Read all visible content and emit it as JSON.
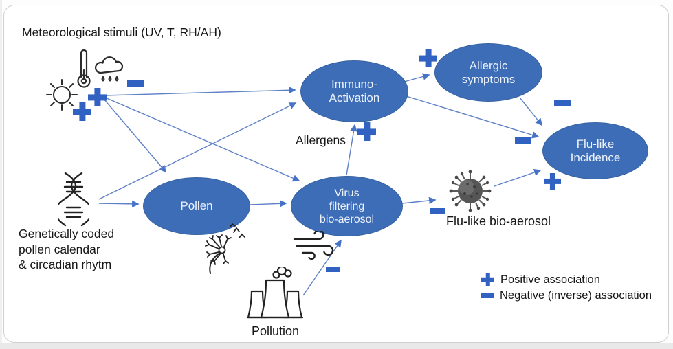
{
  "title": "Meteorological stimuli (UV, T, RH/AH)",
  "nodes": {
    "pollen": {
      "label": "Pollen"
    },
    "virus_filtering": {
      "label": "Virus\nfiltering\nbio-aerosol"
    },
    "immuno": {
      "label": "Immuno-\nActivation"
    },
    "allergic": {
      "label": "Allergic\nsymptoms"
    },
    "flu": {
      "label": "Flu-like\nIncidence"
    }
  },
  "labels": {
    "allergens": "Allergens",
    "flu_bioaerosol": "Flu-like bio-aerosol",
    "pollution": "Pollution",
    "genetic": "Genetically coded\npollen calendar\n& circadian rhytm"
  },
  "legend": {
    "positive": "Positive association",
    "negative": "Negative (inverse) association"
  },
  "colors": {
    "node_fill": "#3e6db8",
    "arrow": "#5e80c6",
    "sign": "#3161c1",
    "icon_stroke": "#2b2b2b",
    "text": "#161616"
  },
  "icons": {
    "sun": "sun-icon",
    "thermometer": "thermometer-icon",
    "rain_cloud": "rain-cloud-icon",
    "dna": "dna-helix-icon",
    "dandelion": "dandelion-icon",
    "wind": "wind-icon",
    "factory": "factory-pollution-icon",
    "virus": "virus-icon"
  },
  "edges": [
    {
      "from": "meteorological-stimuli",
      "to": "immuno-activation",
      "sign": "negative"
    },
    {
      "from": "meteorological-stimuli",
      "to": "pollen",
      "sign": "positive"
    },
    {
      "from": "meteorological-stimuli",
      "to": "virus-filtering-bio-aerosol",
      "sign": "positive"
    },
    {
      "from": "genetic-pollen-calendar",
      "to": "immuno-activation",
      "sign": ""
    },
    {
      "from": "genetic-pollen-calendar",
      "to": "pollen",
      "sign": ""
    },
    {
      "from": "pollen",
      "to": "virus-filtering-bio-aerosol",
      "sign": ""
    },
    {
      "from": "virus-filtering-bio-aerosol",
      "to": "immuno-activation",
      "label": "Allergens",
      "sign": "positive"
    },
    {
      "from": "immuno-activation",
      "to": "allergic-symptoms",
      "sign": "positive"
    },
    {
      "from": "immuno-activation",
      "to": "flu-like-incidence",
      "sign": "negative"
    },
    {
      "from": "allergic-symptoms",
      "to": "flu-like-incidence",
      "sign": "negative"
    },
    {
      "from": "virus-filtering-bio-aerosol",
      "to": "flu-like-bio-aerosol",
      "sign": "negative"
    },
    {
      "from": "flu-like-bio-aerosol",
      "to": "flu-like-incidence",
      "sign": "positive"
    },
    {
      "from": "pollution",
      "to": "virus-filtering-bio-aerosol",
      "sign": "negative"
    }
  ]
}
